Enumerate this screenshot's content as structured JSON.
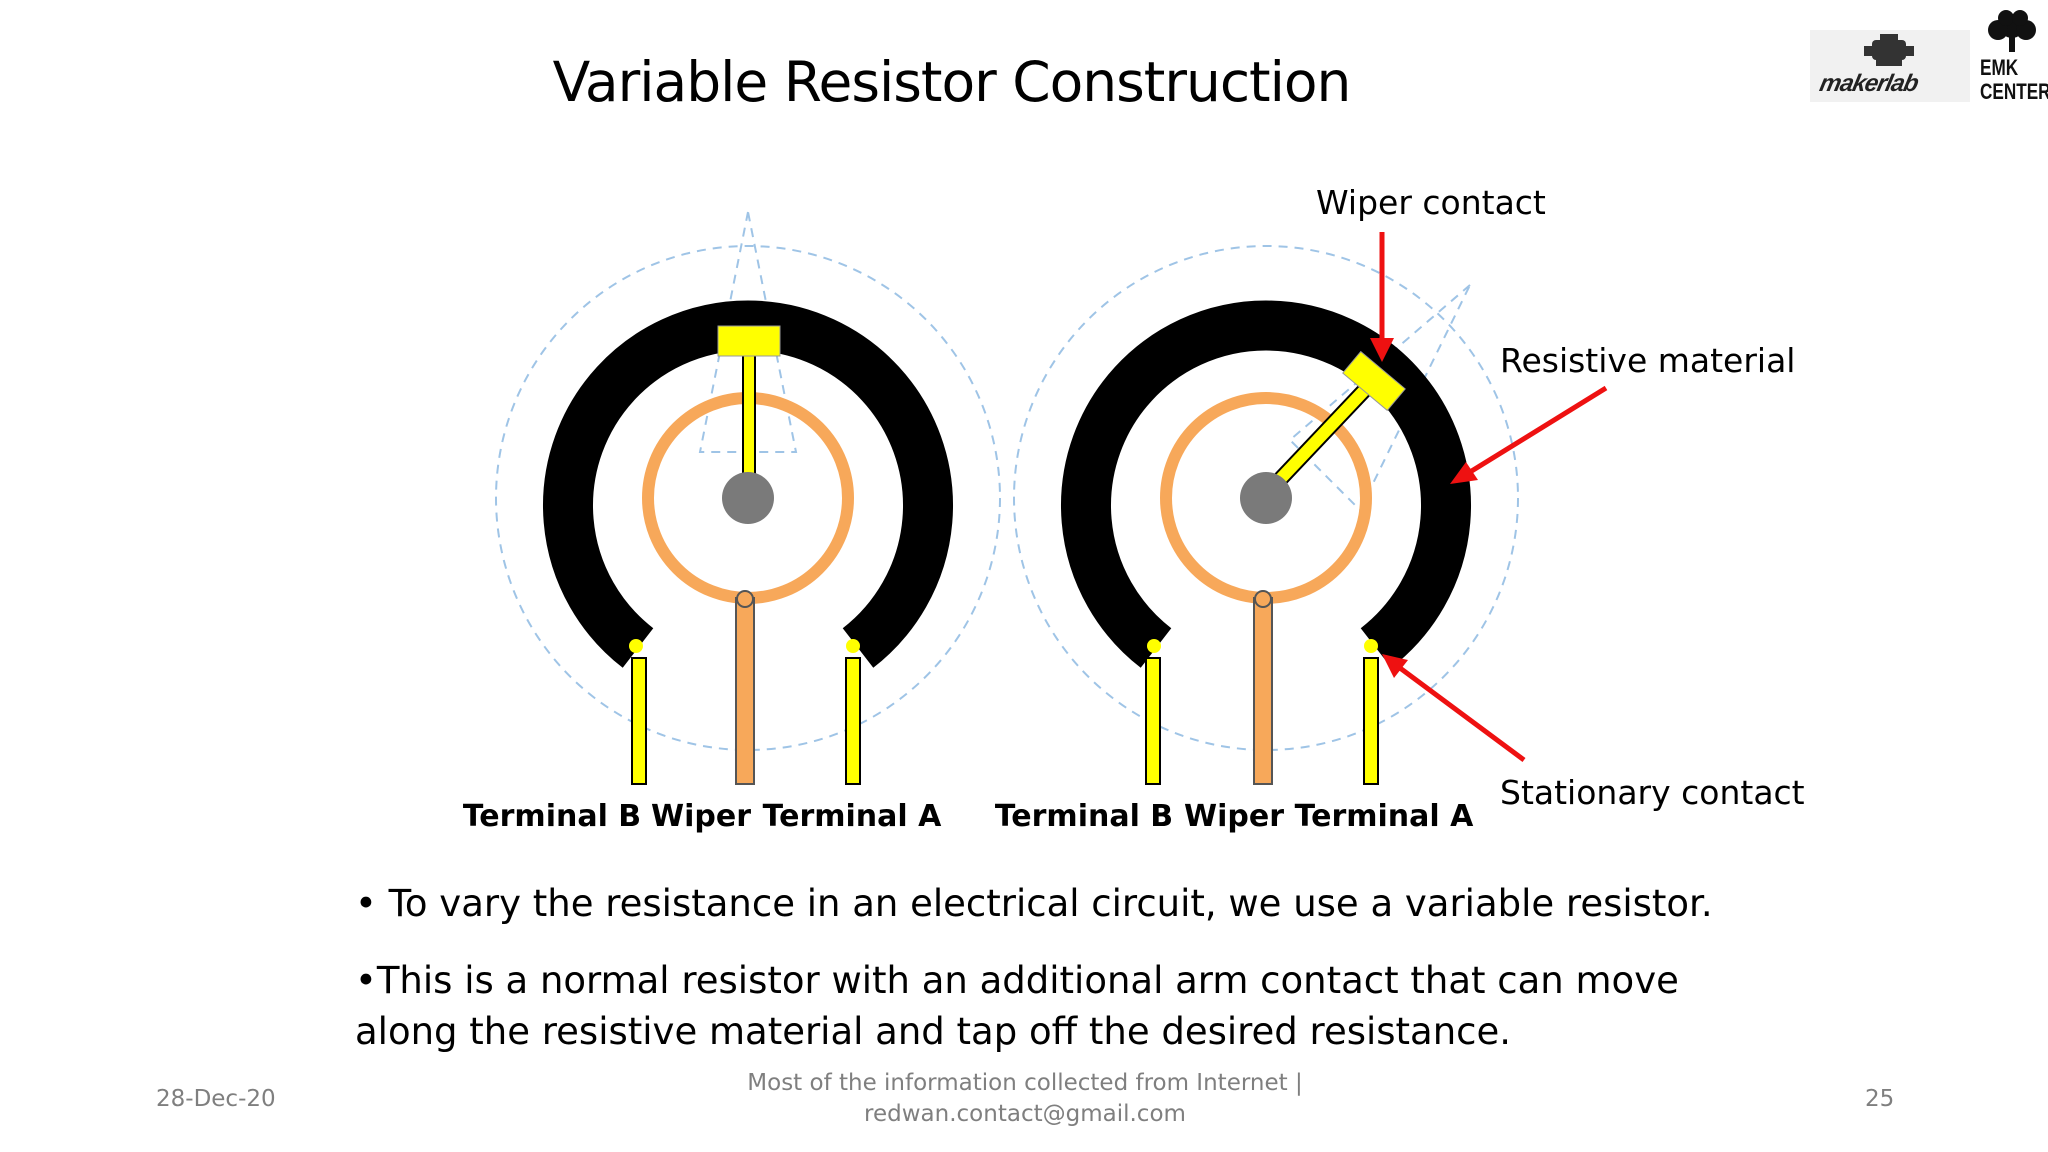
{
  "slide": {
    "title": "Variable Resistor Construction",
    "logos": {
      "maker_lab": "makerlab",
      "emk_line1": "EMK",
      "emk_line2": "CENTER"
    },
    "diagram_labels": {
      "left_terminal_b": "Terminal B",
      "left_wiper": "Wiper",
      "left_terminal_a": "Terminal A",
      "right_terminal_b": "Terminal B",
      "right_wiper": "Wiper",
      "right_terminal_a": "Terminal A",
      "wiper_contact": "Wiper contact",
      "resistive_material": "Resistive material",
      "stationary_contact": "Stationary contact"
    },
    "bullets": [
      "• To vary the resistance in an electrical circuit, we use a variable resistor.",
      "•This is a normal resistor with an additional arm contact that can move along the resistive material and tap off the desired resistance."
    ],
    "footer": {
      "date": "28-Dec-20",
      "source_line1": "Most of the information collected from Internet |",
      "source_line2": "redwan.contact@gmail.com",
      "page_number": "25"
    },
    "colors": {
      "resistive_track": "#000000",
      "terminal": "#ffff00",
      "wiper_ring": "#f7a85a",
      "shaft": "#7a7a7a",
      "arrow": "#ee1111",
      "guide": "#9fc4e6"
    }
  }
}
